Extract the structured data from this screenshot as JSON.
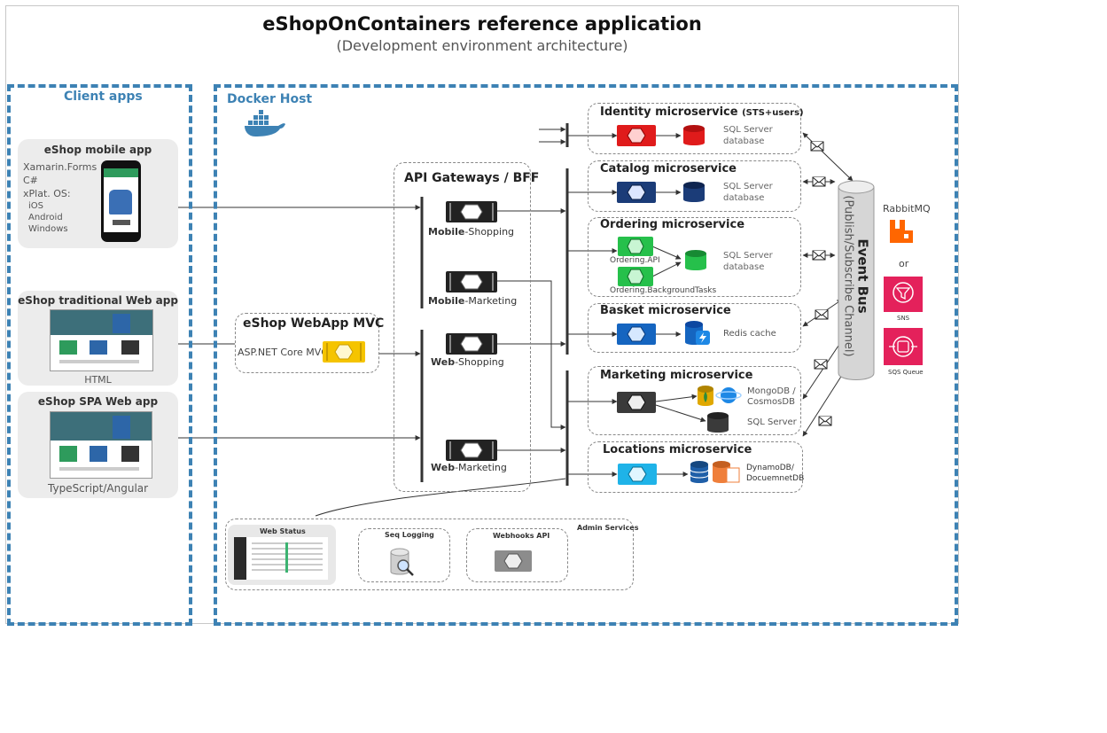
{
  "header": {
    "title": "eShopOnContainers reference application",
    "subtitle": "(Development environment architecture)"
  },
  "client_apps": {
    "label": "Client apps",
    "mobile": {
      "title": "eShop mobile app",
      "tech": [
        "Xamarin.Forms",
        "C#",
        "xPlat. OS:"
      ],
      "os": [
        "iOS",
        "Android",
        "Windows"
      ]
    },
    "traditional": {
      "title": "eShop traditional Web app",
      "caption": "HTML"
    },
    "spa": {
      "title": "eShop SPA Web app",
      "caption": "TypeScript/Angular"
    }
  },
  "docker_host": {
    "label": "Docker Host"
  },
  "webapp_mvc": {
    "title": "eShop WebApp MVC",
    "tech": "ASP.NET Core MVC"
  },
  "api_gateways": {
    "title": "API Gateways / BFF",
    "gateways": [
      {
        "prefix": "Mobile",
        "suffix": "-Shopping"
      },
      {
        "prefix": "Mobile",
        "suffix": "-Marketing"
      },
      {
        "prefix": "Web",
        "suffix": "-Shopping"
      },
      {
        "prefix": "Web",
        "suffix": "-Marketing"
      }
    ]
  },
  "services": {
    "identity": {
      "title": "Identity microservice",
      "title_suffix": "(STS+users)",
      "db": [
        "SQL Server",
        "database"
      ]
    },
    "catalog": {
      "title": "Catalog microservice",
      "db": [
        "SQL Server",
        "database"
      ]
    },
    "ordering": {
      "title": "Ordering microservice",
      "api": "Ordering.API",
      "bg": "Ordering.BackgroundTasks",
      "db": [
        "SQL Server",
        "database"
      ]
    },
    "basket": {
      "title": "Basket microservice",
      "db": [
        "Redis cache"
      ]
    },
    "marketing": {
      "title": "Marketing microservice",
      "db": [
        "MongoDB /",
        "CosmosDB"
      ],
      "db2": "SQL Server"
    },
    "locations": {
      "title": "Locations microservice",
      "db": [
        "DynamoDB/",
        "DocuemnetDB"
      ]
    }
  },
  "event_bus": {
    "title": "Event Bus",
    "subtitle": "(Publish/Subscribe Channel)"
  },
  "brokers": {
    "rabbit": "RabbitMQ",
    "or": "or",
    "sns": "SNS",
    "sqs": "SQS Queue"
  },
  "admin": {
    "label": "Admin Services",
    "web_status": "Web Status",
    "seq": "Seq Logging",
    "webhooks": "Webhooks API"
  },
  "colors": {
    "region_border": "#3d82b4",
    "identity": "#e01b1b",
    "catalog": "#1b3c78",
    "ordering": "#26c04b",
    "basket": "#1565c0",
    "marketing": "#3a3a3a",
    "locations": "#1fb3e8",
    "gateway": "#222222",
    "mvc": "#f5c400",
    "rabbit": "#ff6600",
    "aws": "#e4215b"
  }
}
